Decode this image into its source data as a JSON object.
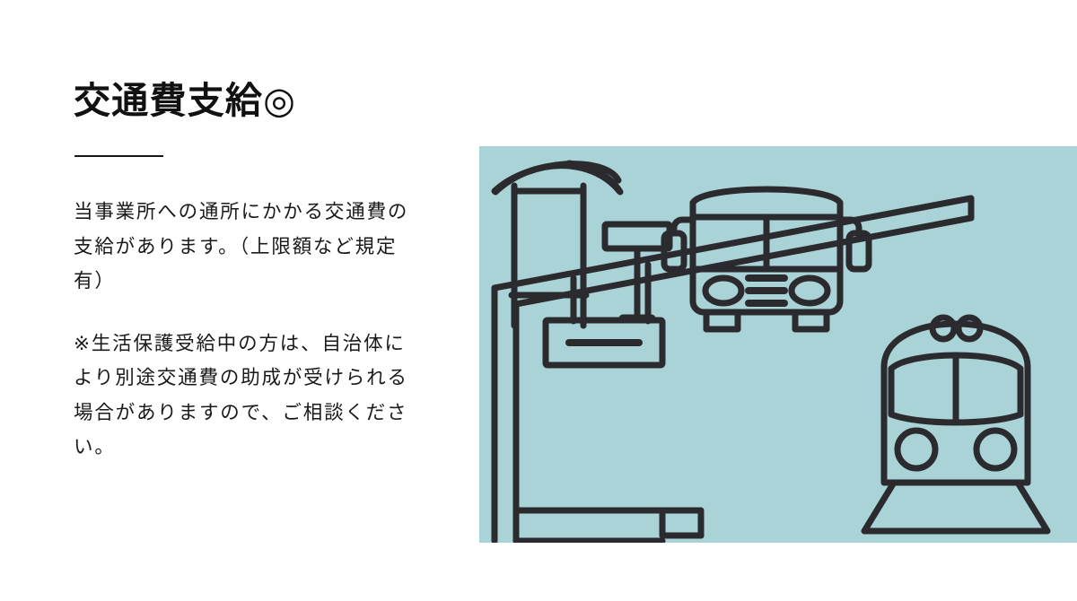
{
  "slide": {
    "background_color": "#ffffff"
  },
  "heading": {
    "title": "交通費支給◎",
    "rule_color": "#151515"
  },
  "body": {
    "paragraphs": [
      "当事業所への通所にかかる交通費の支給があります。（上限額など規定有）",
      "※生活保護受給中の方は、自治体により別途交通費の助成が受けられる場合がありますので、ご相談ください。"
    ],
    "text_color": "#1a1a1a"
  },
  "illustration": {
    "panel_color": "#a9d3d6",
    "line_color": "#2b2b2f",
    "alt": "バス停・バス・駅のホーム・電車のイラスト",
    "elements": [
      {
        "name": "bus-shelter",
        "label": "バス停の上屋"
      },
      {
        "name": "bus-stop-sign",
        "label": "バス停標識"
      },
      {
        "name": "bus",
        "label": "バス"
      },
      {
        "name": "station-platform",
        "label": "駅のホーム"
      },
      {
        "name": "train",
        "label": "電車"
      }
    ]
  }
}
